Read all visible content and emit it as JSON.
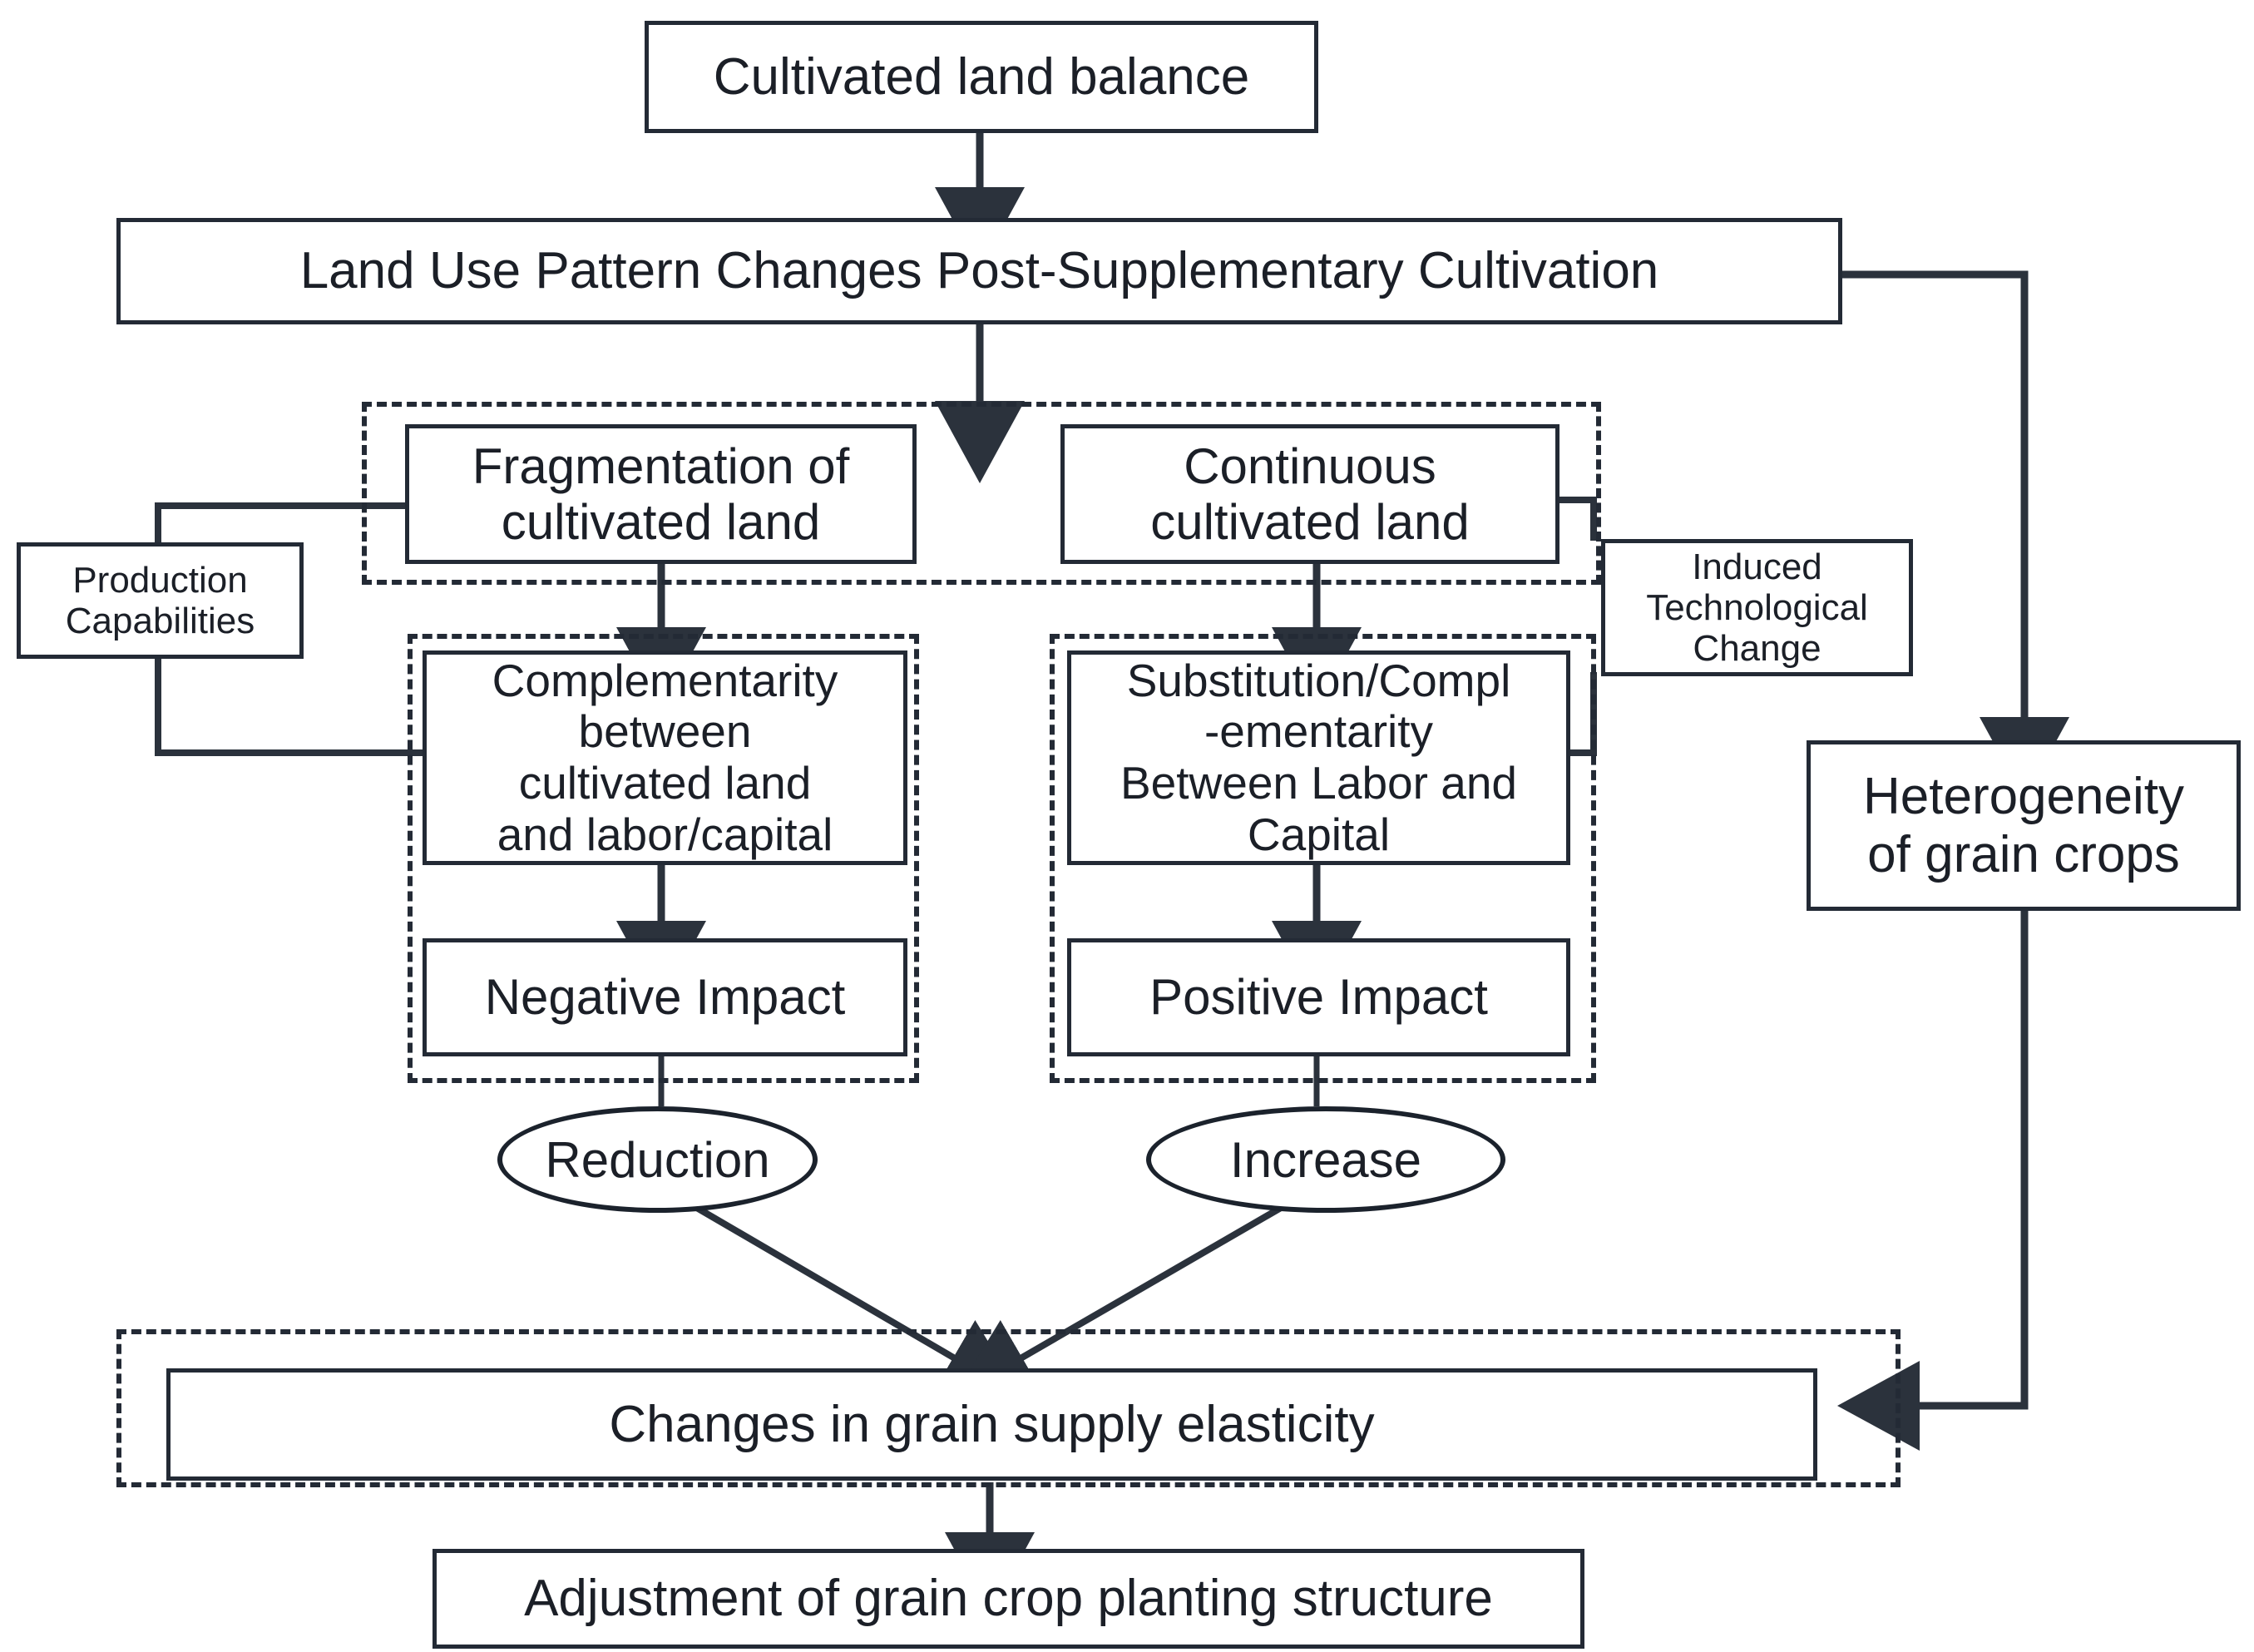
{
  "diagram": {
    "title": "Conceptual framework: cultivated land balance and grain supply elasticity",
    "accent_color": "#232a35",
    "background_color": "#ffffff",
    "nodes": {
      "cultivated_land_balance": "Cultivated land balance",
      "land_use_pattern": "Land Use Pattern Changes Post-Supplementary Cultivation",
      "fragmentation": "Fragmentation of cultivated land",
      "continuous": "Continuous cultivated land",
      "production_capabilities": "Production Capabilities",
      "induced_technological_change": "Induced Technological Change",
      "complementarity_land_labor": "Complementarity between cultivated land and labor/capital",
      "substitution_labor_capital": "Substitution/Compl -ementarity Between Labor and Capital",
      "negative_impact": "Negative Impact",
      "positive_impact": "Positive Impact",
      "reduction": "Reduction",
      "increase": "Increase",
      "heterogeneity": "Heterogeneity of grain crops",
      "grain_supply_elasticity": "Changes in grain supply elasticity",
      "planting_structure": "Adjustment of grain crop planting structure"
    },
    "node_lines": {
      "fragmentation": [
        "Fragmentation of",
        "cultivated land"
      ],
      "continuous": [
        "Continuous",
        "cultivated land"
      ],
      "production_capabilities": [
        "Production",
        "Capabilities"
      ],
      "induced_technological_change": [
        "Induced",
        "Technological",
        "Change"
      ],
      "complementarity_land_labor": [
        "Complementarity",
        "between",
        "cultivated land",
        "and labor/capital"
      ],
      "substitution_labor_capital": [
        "Substitution/Compl",
        "-ementarity",
        "Between Labor and",
        "Capital"
      ],
      "heterogeneity": [
        "Heterogeneity",
        "of grain crops"
      ]
    },
    "groups": {
      "upper_dashed_group": "land-pattern-branches",
      "left_dashed_group": "fragmentation-effect-chain",
      "right_dashed_group": "continuity-effect-chain",
      "bottom_dashed_group": "grain-supply-elasticity-block"
    },
    "edges": [
      {
        "from": "cultivated_land_balance",
        "to": "land_use_pattern",
        "style": "solid-arrow"
      },
      {
        "from": "land_use_pattern",
        "to": "fragmentation",
        "style": "solid-arrow"
      },
      {
        "from": "land_use_pattern",
        "to": "heterogeneity",
        "style": "solid-arrow"
      },
      {
        "from": "fragmentation",
        "to": "complementarity_land_labor",
        "style": "solid-arrow"
      },
      {
        "from": "continuous",
        "to": "substitution_labor_capital",
        "style": "solid-arrow"
      },
      {
        "from": "production_capabilities",
        "to": "fragmentation",
        "style": "solid-line"
      },
      {
        "from": "production_capabilities",
        "to": "complementarity_land_labor",
        "style": "solid-line"
      },
      {
        "from": "induced_technological_change",
        "to": "continuous",
        "style": "solid-line"
      },
      {
        "from": "induced_technological_change",
        "to": "substitution_labor_capital",
        "style": "solid-line"
      },
      {
        "from": "complementarity_land_labor",
        "to": "negative_impact",
        "style": "solid-arrow"
      },
      {
        "from": "substitution_labor_capital",
        "to": "positive_impact",
        "style": "solid-arrow"
      },
      {
        "from": "negative_impact",
        "to": "reduction",
        "style": "solid-line"
      },
      {
        "from": "positive_impact",
        "to": "increase",
        "style": "solid-line"
      },
      {
        "from": "reduction",
        "to": "grain_supply_elasticity",
        "style": "solid-arrow"
      },
      {
        "from": "increase",
        "to": "grain_supply_elasticity",
        "style": "solid-arrow"
      },
      {
        "from": "heterogeneity",
        "to": "grain_supply_elasticity",
        "style": "solid-arrow"
      },
      {
        "from": "grain_supply_elasticity",
        "to": "planting_structure",
        "style": "solid-arrow"
      }
    ]
  }
}
